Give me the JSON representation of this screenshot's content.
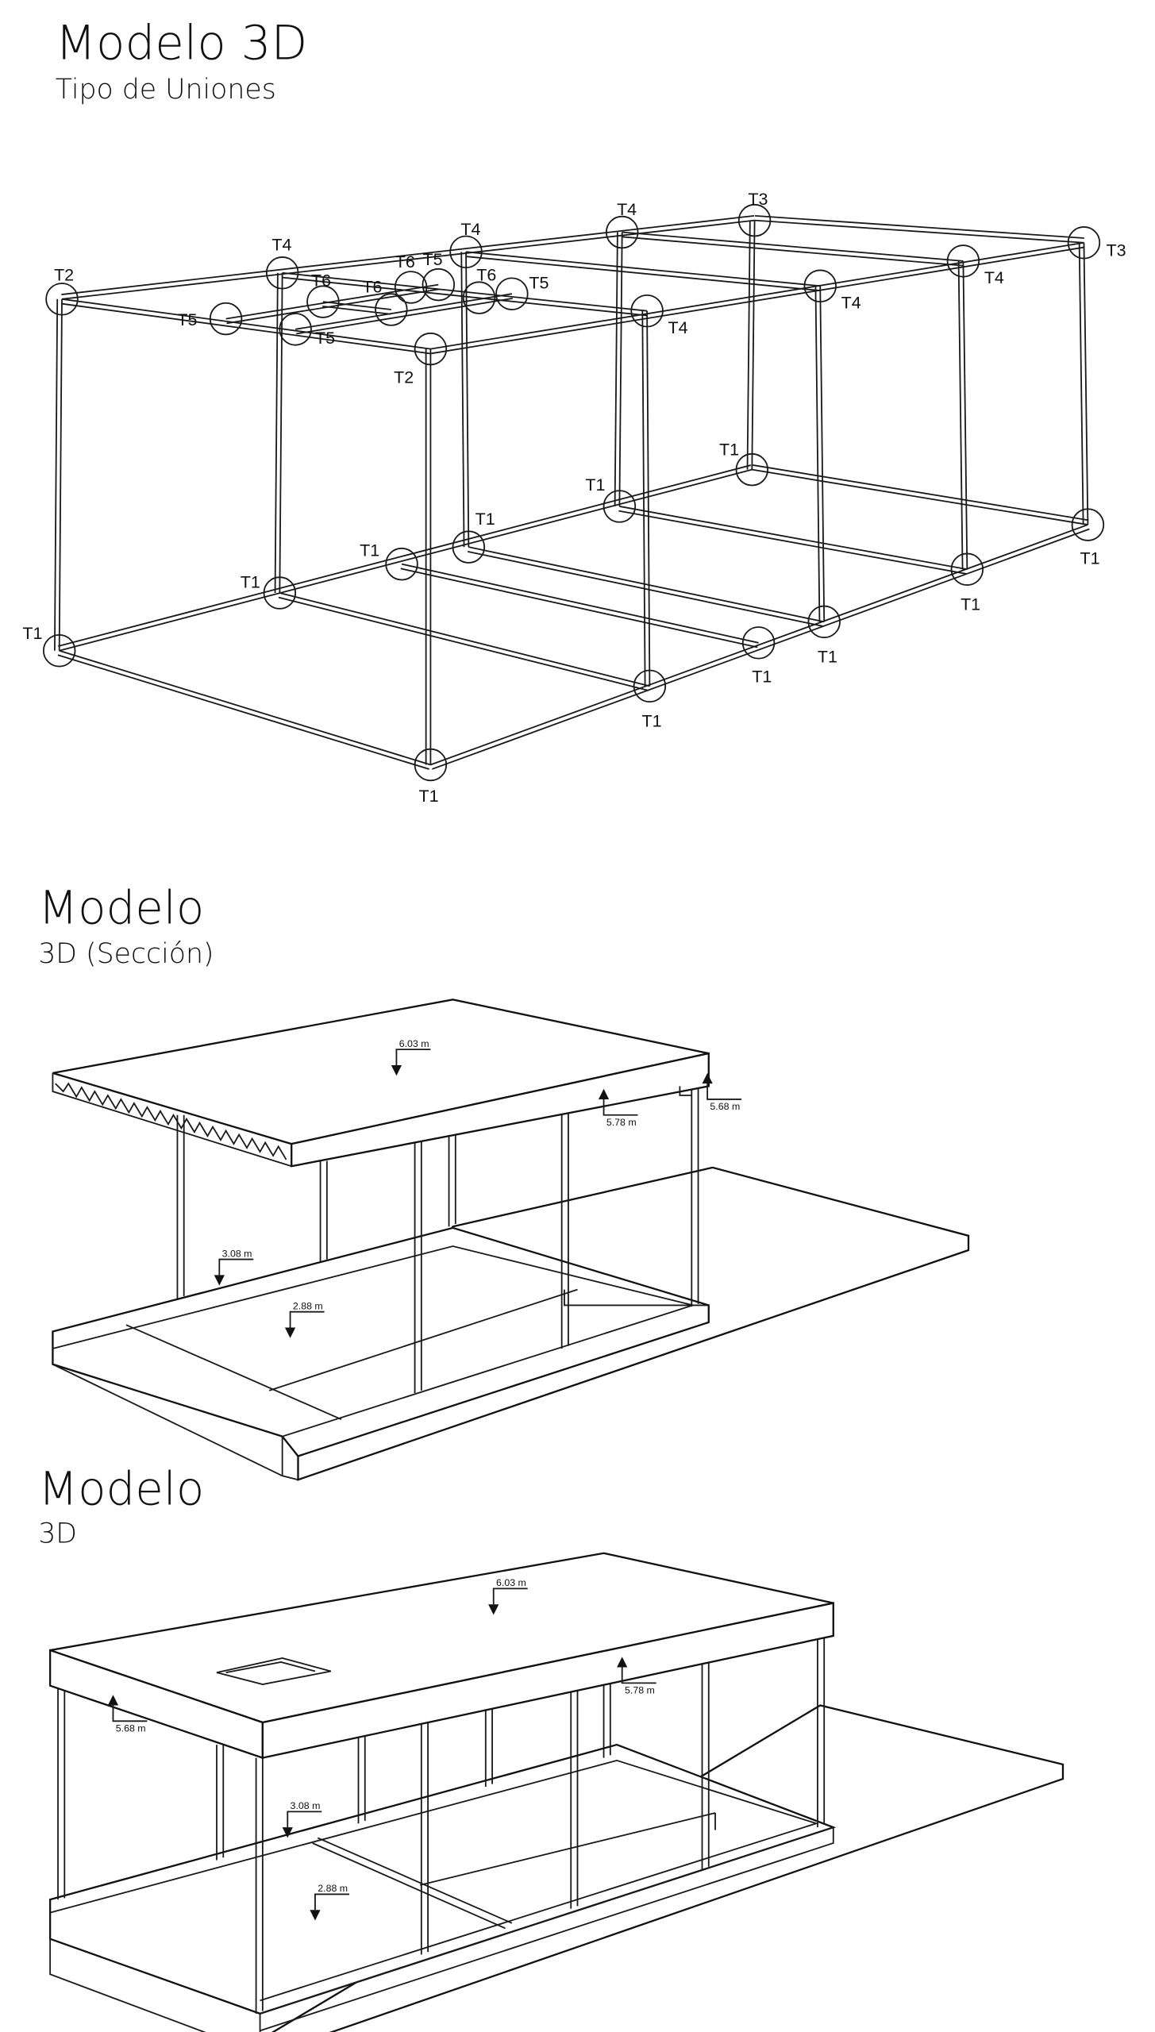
{
  "section1": {
    "title": "Modelo 3D",
    "subtitle": "Tipo de Uniones",
    "joints": [
      "T2",
      "T2",
      "T3",
      "T3",
      "T4",
      "T4",
      "T4",
      "T4",
      "T4",
      "T4",
      "T5",
      "T5",
      "T6",
      "T6",
      "T6",
      "T5",
      "T6",
      "T5",
      "T1",
      "T1",
      "T1",
      "T1",
      "T1",
      "T1",
      "T1",
      "T1",
      "T1",
      "T1",
      "T1",
      "T1"
    ]
  },
  "section2": {
    "title": "Modelo",
    "subtitle": "3D (Sección)",
    "levels": {
      "roof": "6.03 m",
      "beam_bottom": "5.78 m",
      "roof_side": "5.68 m",
      "floor": "3.08 m",
      "ground": "2.88 m"
    }
  },
  "section3": {
    "title": "Modelo",
    "subtitle": "3D",
    "levels": {
      "roof": "6.03 m",
      "beam_bottom": "5.78 m",
      "roof_side": "5.68 m",
      "floor": "3.08 m",
      "ground": "2.88 m"
    }
  }
}
